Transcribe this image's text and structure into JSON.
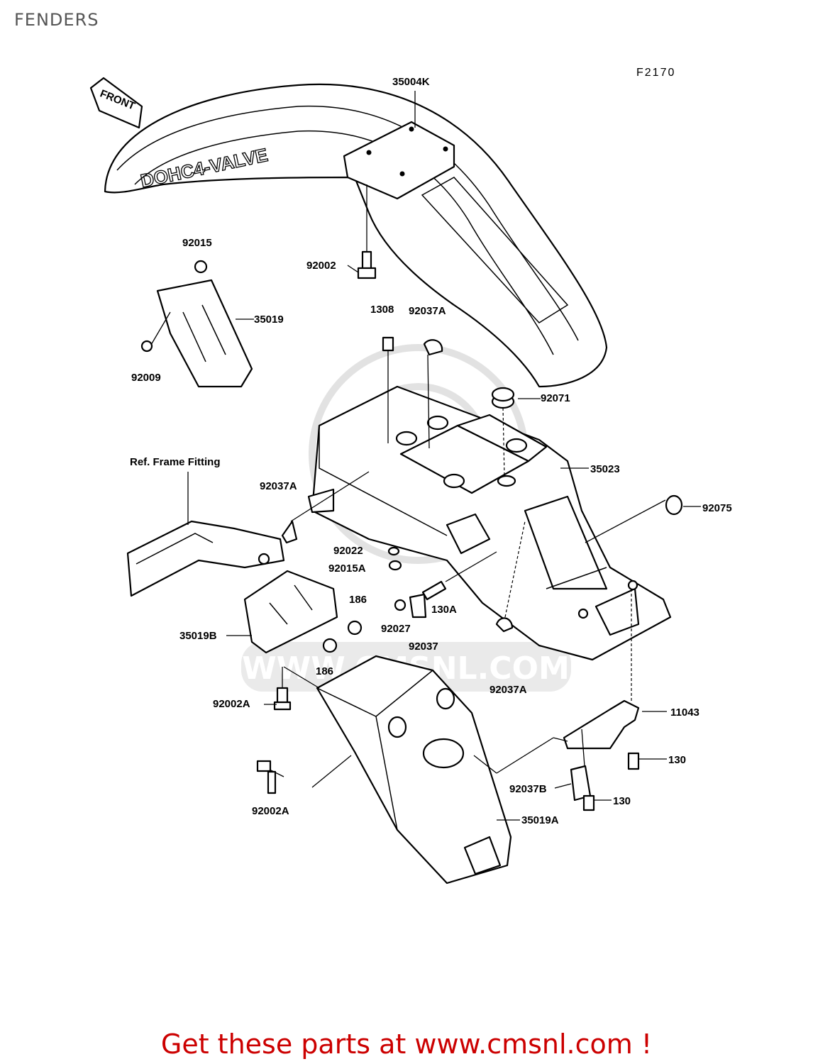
{
  "title": "FENDERS",
  "figure_code": "F2170",
  "front_arrow_label": "FRONT",
  "fender_emboss": "DOHC4-VALVE",
  "ref_note": "Ref. Frame Fitting",
  "watermark": {
    "site": "WWW.CMSNL.COM"
  },
  "parts": {
    "p35004K": "35004K",
    "p92015": "92015",
    "p35019": "35019",
    "p92009": "92009",
    "p92002": "92002",
    "p1308": "1308",
    "p92037A_top": "92037A",
    "p92071": "92071",
    "p35023": "35023",
    "p92075": "92075",
    "p92037A_left": "92037A",
    "p92022": "92022",
    "p92015A": "92015A",
    "p186_a": "186",
    "p130A": "130A",
    "p92027": "92027",
    "p92037": "92037",
    "p35019B": "35019B",
    "p186_b": "186",
    "p92037A_bottom": "92037A",
    "p11043": "11043",
    "p92002A_a": "92002A",
    "p130_a": "130",
    "p92037B": "92037B",
    "p130_b": "130",
    "p92002A_b": "92002A",
    "p35019A": "35019A"
  },
  "footer": {
    "text": "Get these parts at www.cmsnl.com !",
    "color": "#cc0000"
  }
}
